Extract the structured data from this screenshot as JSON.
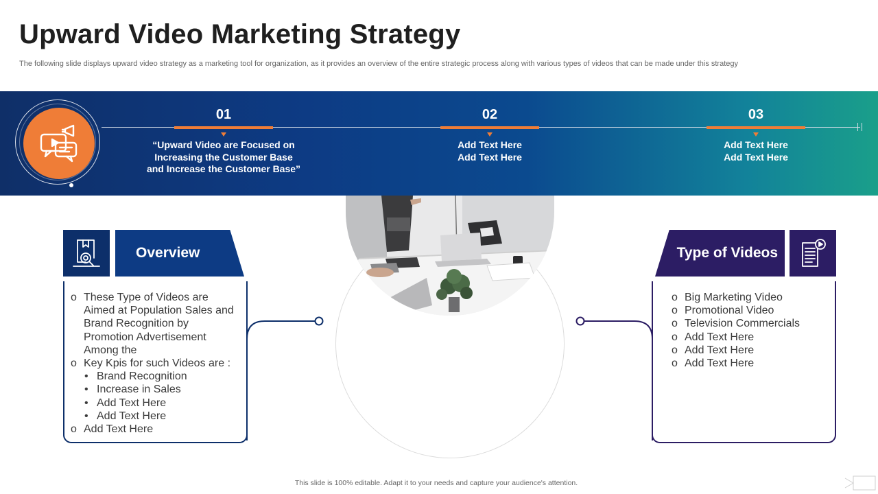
{
  "page": {
    "title": "Upward Video Marketing Strategy",
    "subtitle": "The following slide displays upward video strategy as a marketing tool for organization, as it provides an overview of the entire strategic process along with various types of videos that can be made under this strategy"
  },
  "colors": {
    "orange": "#ef7d37",
    "navy": "#0d3b84",
    "purple": "#2c1d64",
    "teal": "#1a9f8a"
  },
  "steps": [
    {
      "number": "01",
      "text": "“Upward Video are Focused on\nIncreasing the Customer Base\nand Increase the Customer Base”"
    },
    {
      "number": "02",
      "text": "Add  Text Here\nAdd  Text Here"
    },
    {
      "number": "03",
      "text": "Add  Text Here\nAdd  Text Here"
    }
  ],
  "overview": {
    "heading": "Overview",
    "icon": "certificate-search-icon",
    "items": [
      {
        "marker": "o",
        "text": "These Type of Videos are"
      },
      {
        "marker": "",
        "text": "Aimed at Population Sales and"
      },
      {
        "marker": "",
        "text": "Brand Recognition by"
      },
      {
        "marker": "",
        "text": "Promotion Advertisement"
      },
      {
        "marker": "",
        "text": "Among the"
      },
      {
        "marker": "o",
        "text": "Key Kpis for such Videos are :"
      },
      {
        "marker": "•",
        "text": "Brand Recognition"
      },
      {
        "marker": "•",
        "text": "Increase  in Sales"
      },
      {
        "marker": "•",
        "text": "Add Text Here"
      },
      {
        "marker": "•",
        "text": "Add Text Here"
      },
      {
        "marker": "o",
        "text": "Add Text Here"
      }
    ]
  },
  "types": {
    "heading": "Type of Videos",
    "icon": "video-document-icon",
    "items": [
      {
        "marker": "o",
        "text": "Big Marketing Video"
      },
      {
        "marker": "o",
        "text": "Promotional Video"
      },
      {
        "marker": "o",
        "text": "Television Commercials"
      },
      {
        "marker": "o",
        "text": "Add Text Here"
      },
      {
        "marker": "o",
        "text": "Add Text Here"
      },
      {
        "marker": "o",
        "text": "Add Text Here"
      }
    ]
  },
  "footer": "This slide is 100% editable. Adapt it to your needs and capture your audience's attention."
}
